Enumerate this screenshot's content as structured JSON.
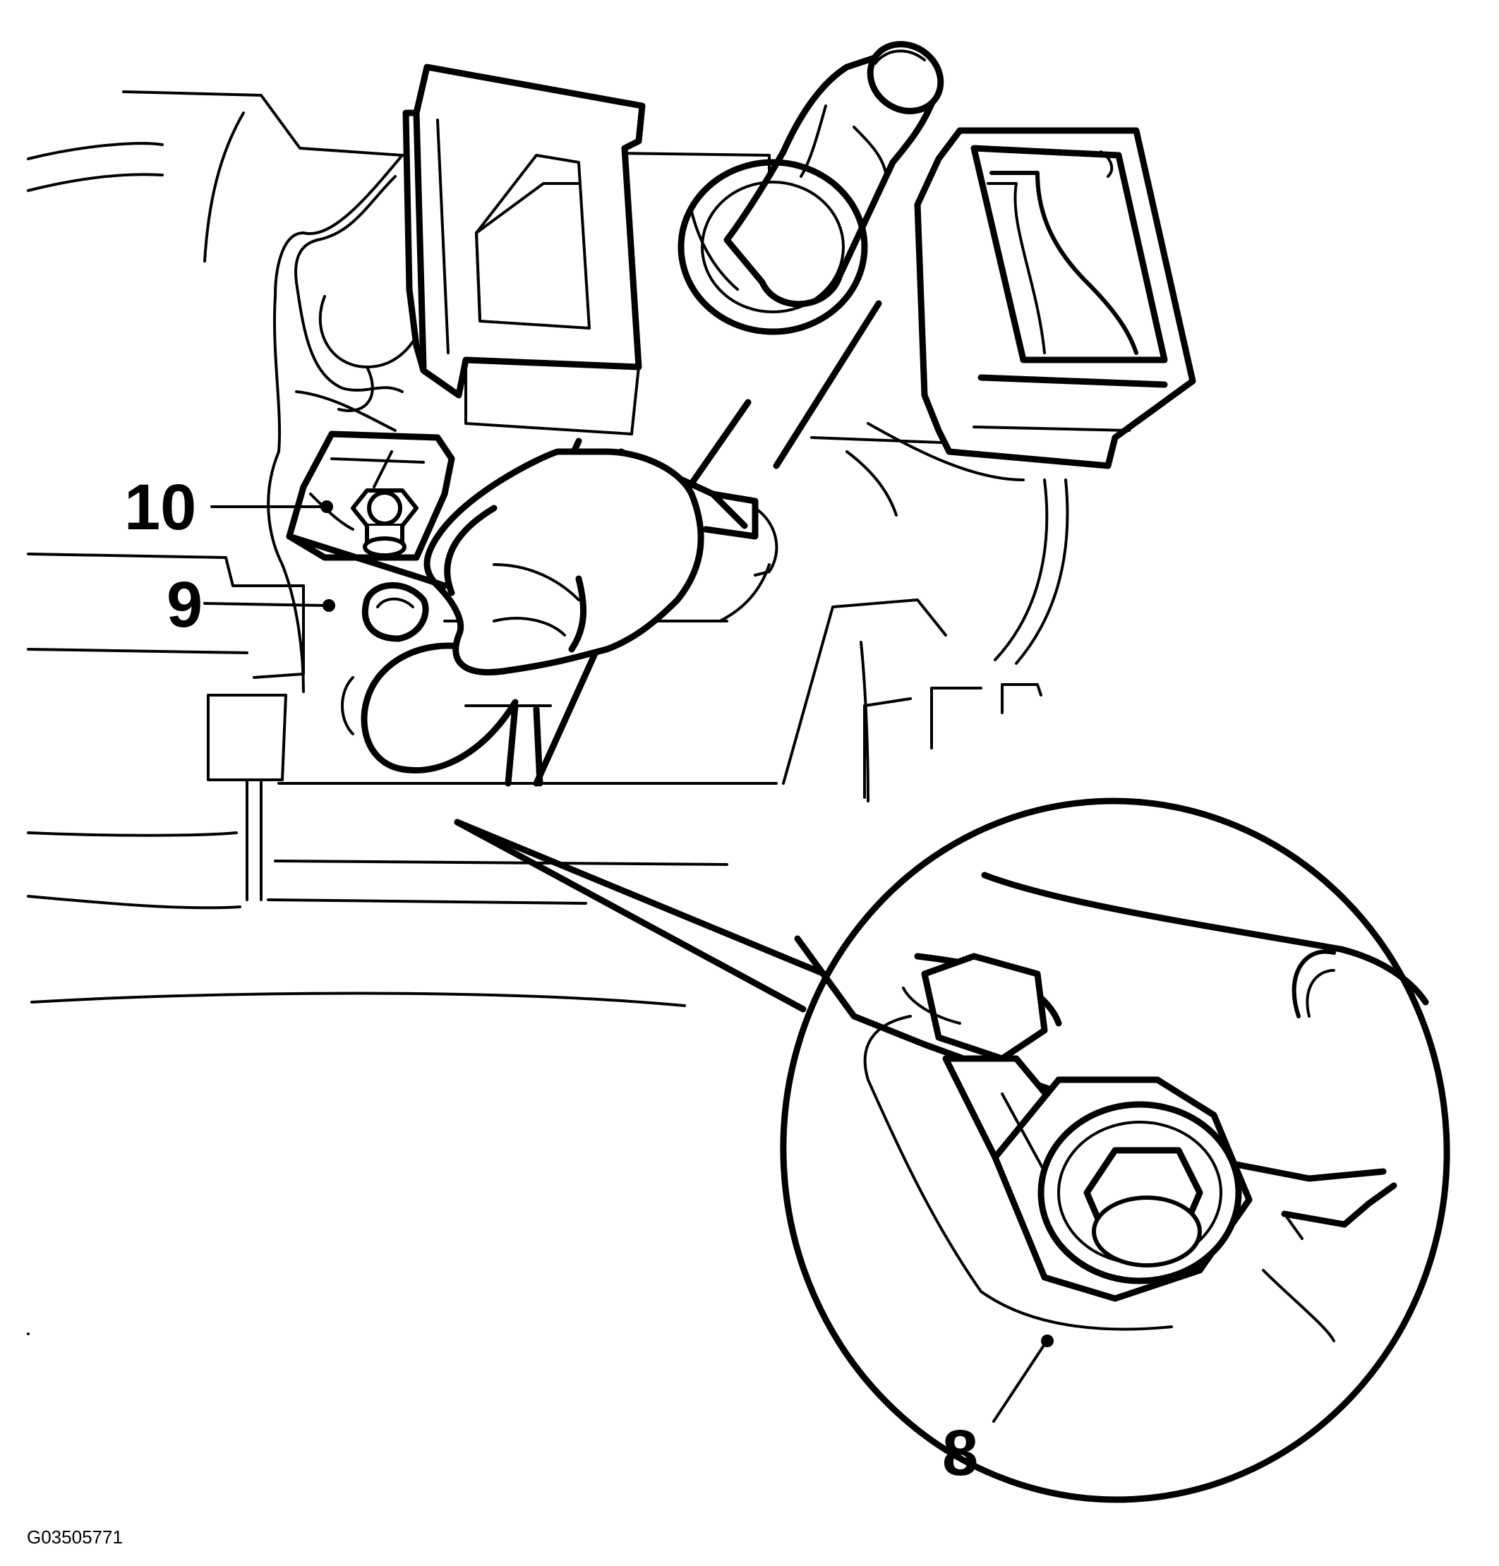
{
  "diagram": {
    "figure_id": "G03505771",
    "callouts": [
      {
        "id": "callout-10",
        "label": "10"
      },
      {
        "id": "callout-9",
        "label": "9"
      },
      {
        "id": "callout-8",
        "label": "8"
      }
    ]
  }
}
